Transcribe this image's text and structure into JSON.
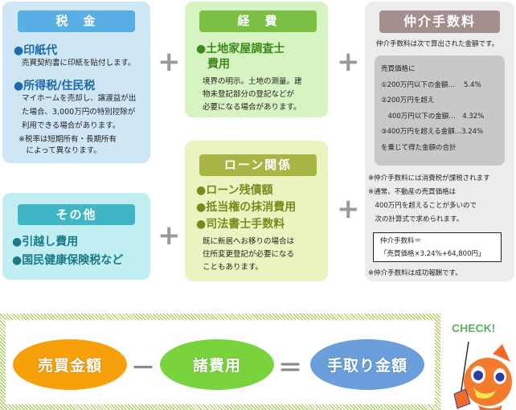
{
  "tax": {
    "title": "税　金",
    "item1": "●印紙代",
    "item1_desc": "売買契約書に印紙を貼付します。",
    "item2": "●所得税/住民税",
    "item2_desc": [
      "マイホームを売却し、譲渡益が出",
      "た場合、3,000万円の特別控除が",
      "利用できる場合があります。"
    ],
    "note": [
      "※税率は短期所有・長期所有",
      "　によって異なります。"
    ]
  },
  "expense": {
    "title": "経　費",
    "item1": [
      "●土地家屋調査士",
      "　費用"
    ],
    "desc": [
      "境界の明示。土地の測量。建",
      "物未登記部分の登記などが",
      "必要になる場合があります。"
    ]
  },
  "loan": {
    "title": "ローン関係",
    "items": [
      "●ローン残債額",
      "●抵当権の抹消費用",
      "●司法書士手数料"
    ],
    "desc": [
      "既に新居へお移りの場合は",
      "住所変更登記が必要になる",
      "こともあります。"
    ]
  },
  "other": {
    "title": "その他",
    "items": [
      "●引越し費用",
      "●国民健康保険税など"
    ]
  },
  "broker": {
    "title": "仲介手数料",
    "intro": "仲介手数料は次で算出された金額です。",
    "rates": [
      "売買価格に",
      "①200万円以下の金額…　 5.4%",
      "②200万円を超え",
      "　400万円以下の金額…　4.32%",
      "③400万円を超える金額…3.24%",
      "を乗じて得た金額の合計"
    ],
    "notes": [
      "※仲介手数料には消費税が課税されます",
      "※通常、不動産の売買価格は",
      "　400万円を超えることが多いので",
      "　次の計算式で求められます。"
    ],
    "formula": [
      "仲介手数料＝",
      "「売買価格×3.24%+64,800円」"
    ],
    "footer": "※仲介手数料は成功報酬です。"
  },
  "plus": "+",
  "equation": {
    "a": "売買金額",
    "minus": "－",
    "b": "諸費用",
    "equals": "＝",
    "c": "手取り金額"
  },
  "check": "CHECK!"
}
